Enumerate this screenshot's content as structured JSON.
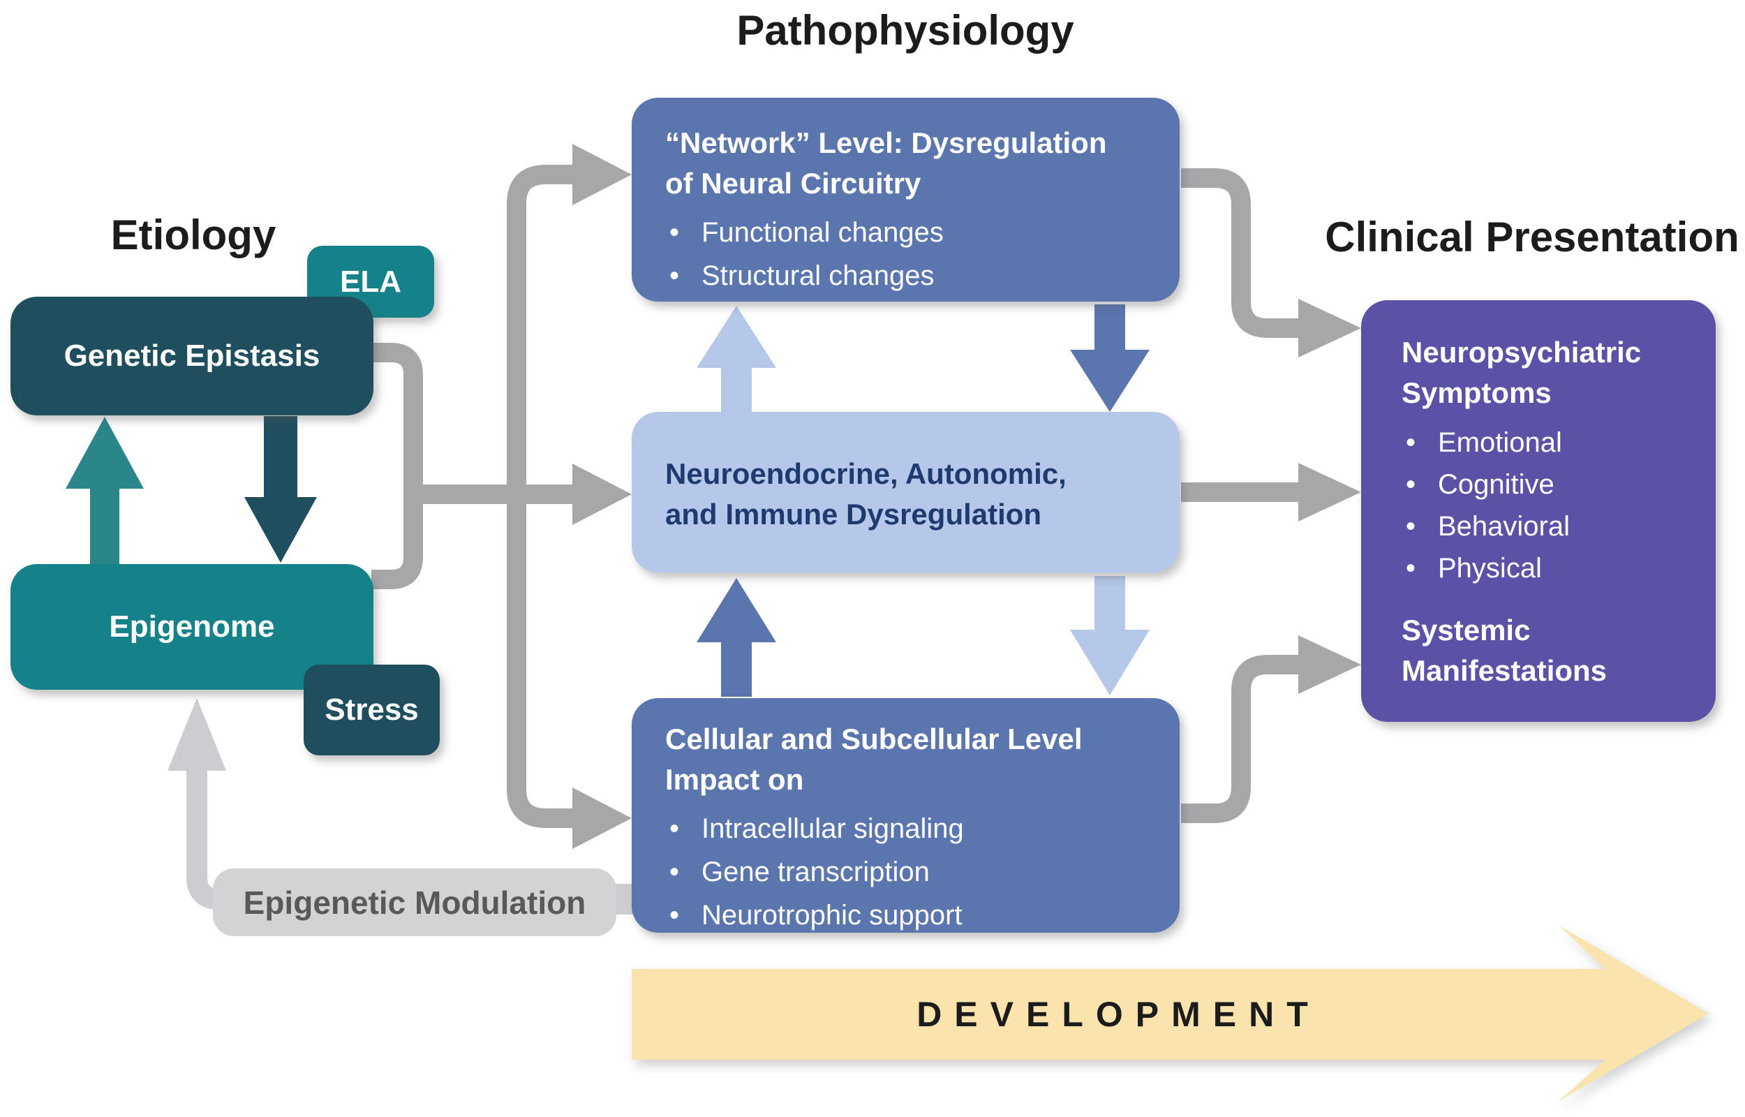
{
  "headings": {
    "etiology": "Etiology",
    "pathophysiology": "Pathophysiology",
    "clinical_presentation": "Clinical Presentation"
  },
  "etiology": {
    "ela_label": "ELA",
    "genetic_epistasis_label": "Genetic Epistasis",
    "epigenome_label": "Epigenome",
    "stress_label": "Stress",
    "epigenetic_modulation_label": "Epigenetic Modulation"
  },
  "pathophysiology": {
    "network_box": {
      "title_line1": "“Network” Level: Dysregulation",
      "title_line2": "of Neural Circuitry",
      "bullets": [
        "Functional changes",
        "Structural changes"
      ]
    },
    "neuroendocrine_box": {
      "title_line1": "Neuroendocrine, Autonomic,",
      "title_line2": "and Immune Dysregulation"
    },
    "cellular_box": {
      "title_line1": "Cellular and Subcellular Level",
      "title_line2": "Impact on",
      "bullets": [
        "Intracellular signaling",
        "Gene transcription",
        "Neurotrophic support"
      ]
    }
  },
  "clinical_presentation": {
    "neuropsychiatric_title_line1": "Neuropsychiatric",
    "neuropsychiatric_title_line2": "Symptoms",
    "symptom_bullets": [
      "Emotional",
      "Cognitive",
      "Behavioral",
      "Physical"
    ],
    "systemic_title_line1": "Systemic",
    "systemic_title_line2": "Manifestations"
  },
  "development_arrow": {
    "label": "DEVELOPMENT"
  },
  "colors": {
    "dark_teal": "#1f4f5f",
    "teal": "#15828a",
    "medium_blue": "#5b76ae",
    "light_blue": "#b5c8e9",
    "navy_text": "#1e3a6e",
    "purple": "#5b51a7",
    "connector_gray": "#a7a7a9",
    "light_gray_arrow": "#cdcdd1",
    "label_gray_bg": "#d3d3d5",
    "label_gray_text": "#58595b",
    "development_cream": "#fbe3ad",
    "heading_black": "#1c1c1c"
  }
}
